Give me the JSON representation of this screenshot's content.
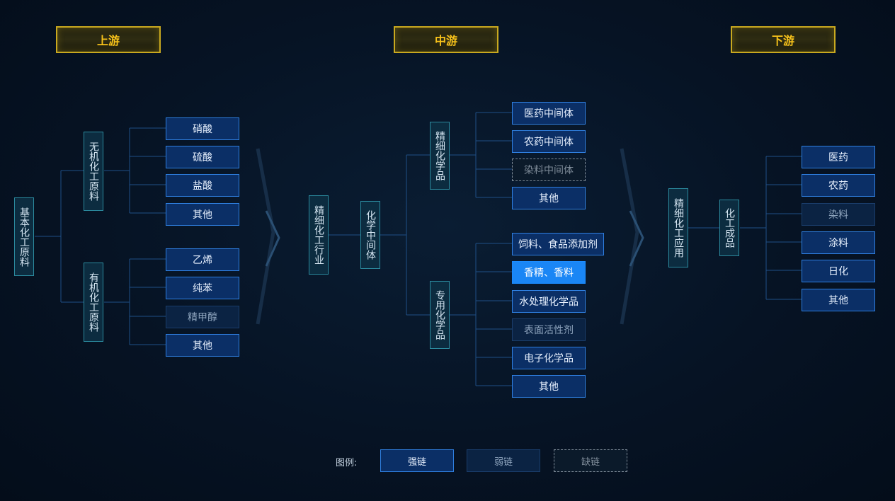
{
  "sections": {
    "upstream": "上游",
    "midstream": "中游",
    "downstream": "下游"
  },
  "upstream": {
    "root": "基本化工原料",
    "inorganic": {
      "label": "无机化工原料",
      "items": [
        "硝酸",
        "硫酸",
        "盐酸",
        "其他"
      ]
    },
    "organic": {
      "label": "有机化工原料",
      "items": [
        "乙烯",
        "纯苯",
        "精甲醇",
        "其他"
      ]
    }
  },
  "midstream": {
    "root": "精细化工行业",
    "intermediate": "化学中间体",
    "fine": {
      "label": "精细化学品",
      "items": [
        "医药中间体",
        "农药中间体",
        "染料中间体",
        "其他"
      ]
    },
    "special": {
      "label": "专用化学品",
      "items": [
        "饲料、食品添加剂",
        "香精、香料",
        "水处理化学品",
        "表面活性剂",
        "电子化学品",
        "其他"
      ]
    }
  },
  "downstream": {
    "root": "精细化工应用",
    "products": "化工成品",
    "items": [
      "医药",
      "农药",
      "染料",
      "涂料",
      "日化",
      "其他"
    ]
  },
  "legend": {
    "label": "图例:",
    "strong": "强链",
    "weak": "弱链",
    "missing": "缺链"
  },
  "colors": {
    "header_text": "#f7c21a",
    "strong_bg": "#0b2f66",
    "highlight_bg": "#1a86f5",
    "connector": "#1f4f86"
  }
}
